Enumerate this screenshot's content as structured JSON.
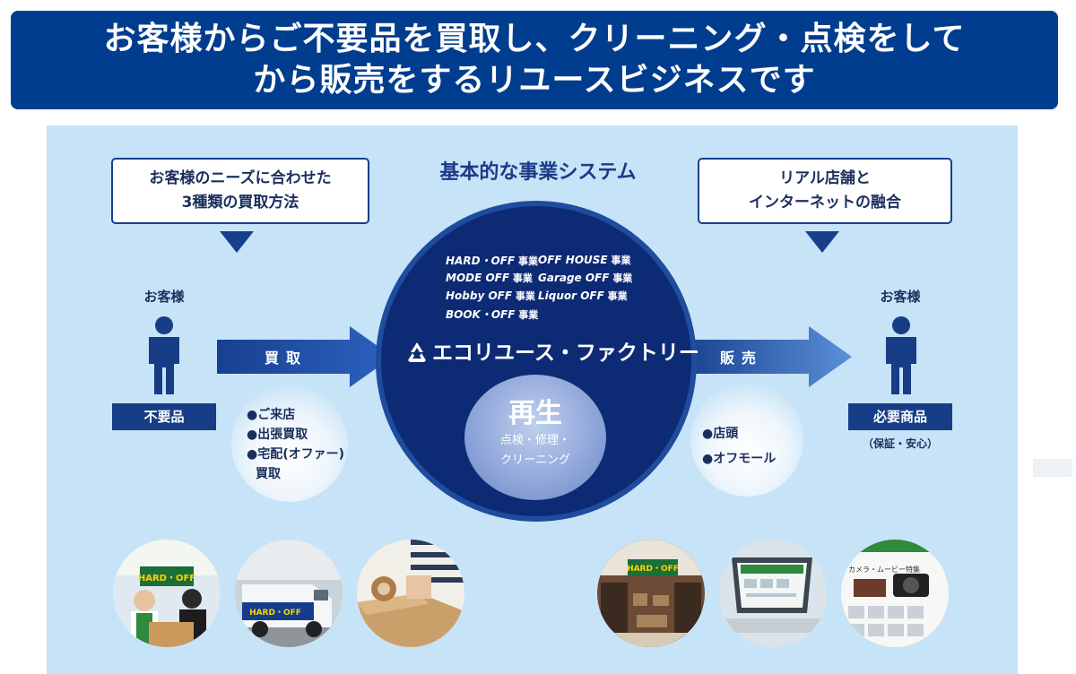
{
  "banner": {
    "line1": "お客様からご不要品を買取し、クリーニング・点検をして",
    "line2": "から販売をするリユースビジネスです"
  },
  "system_title": "基本的な事業システム",
  "left_callout": {
    "line1": "お客様のニーズに合わせた",
    "line2": "3種類の買取方法"
  },
  "right_callout": {
    "line1": "リアル店舗と",
    "line2": "インターネットの融合"
  },
  "left_customer": {
    "label": "お客様",
    "tag": "不要品"
  },
  "right_customer": {
    "label": "お客様",
    "tag": "必要商品",
    "sub": "（保証・安心）"
  },
  "buy_arrow": "買取",
  "sell_arrow": "販売",
  "buy_methods": [
    "●ご来店",
    "●出張買取",
    "●宅配(オファー)",
    "買取"
  ],
  "sell_channels": [
    "●店頭",
    "●オフモール"
  ],
  "brands": [
    {
      "name": "HARD・OFF",
      "suffix": "事業"
    },
    {
      "name": "OFF HOUSE",
      "suffix": "事業"
    },
    {
      "name": "MODE OFF",
      "suffix": "事業"
    },
    {
      "name": "Garage OFF",
      "suffix": "事業"
    },
    {
      "name": "Hobby OFF",
      "suffix": "事業"
    },
    {
      "name": "Liquor OFF",
      "suffix": "事業"
    },
    {
      "name": "BOOK・OFF",
      "suffix": "事業"
    }
  ],
  "company_name": "エコリユース・ファクトリー",
  "regeneration": {
    "title": "再生",
    "line1": "点検・修理・",
    "line2": "クリーニング"
  },
  "photo_texts": {
    "store_sign": "HARD・OFF",
    "van_sign": "HARD・OFF",
    "web_title": "カメラ・ムービー特集"
  },
  "colors": {
    "navy": "#003d8f",
    "panel": "#c7e3f7",
    "circle": "#0d2a74",
    "arrow": "#1e4c9e"
  }
}
